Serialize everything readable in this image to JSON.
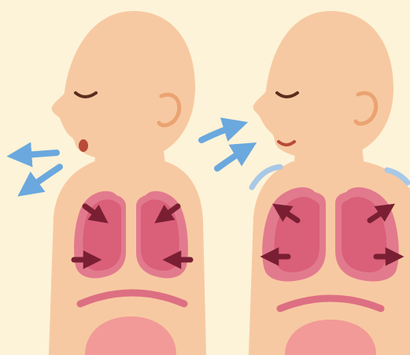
{
  "colors": {
    "background": "#fdf3d8",
    "skin": "#f7c9a2",
    "skin_shade": "#f0b78c",
    "ear_line": "#eaa372",
    "lung_outer": "#e27a8e",
    "lung_inner": "#da5f79",
    "lung_arrow": "#7a1f33",
    "diaphragm": "#dd6f83",
    "belly": "#f19a98",
    "air_arrow": "#6aa8de",
    "face_line": "#5a2d1e",
    "mouth": "#b94a3a",
    "shoulder_motion": "#a8c8e6"
  },
  "figures": [
    {
      "name": "exhale",
      "air_direction": "out-of-mouth",
      "lung_arrows": "inward",
      "mouth": "open"
    },
    {
      "name": "inhale",
      "air_direction": "into-nose",
      "lung_arrows": "outward",
      "mouth": "closed-smile"
    }
  ],
  "icons": {
    "air_arrow": "air-flow-arrow-icon",
    "lung_arrow": "lung-motion-arrow-icon",
    "shoulder_mark": "shoulder-motion-mark-icon"
  }
}
